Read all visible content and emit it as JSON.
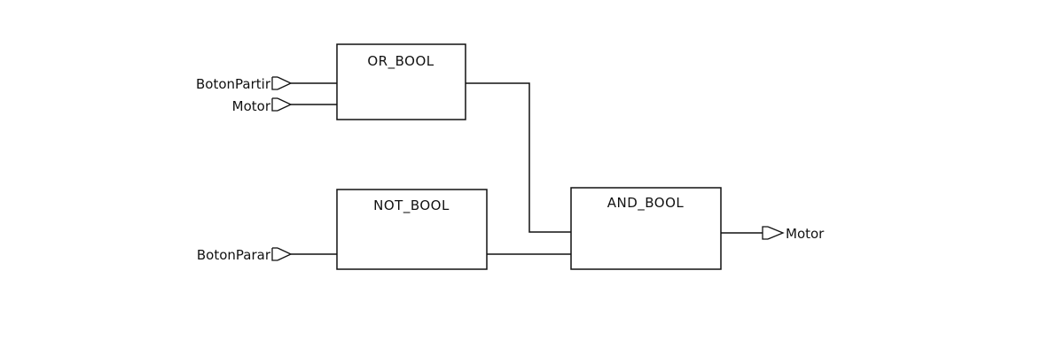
{
  "blocks": {
    "or_bool": {
      "title": "OR_BOOL"
    },
    "not_bool": {
      "title": "NOT_BOOL"
    },
    "and_bool": {
      "title": "AND_BOOL"
    }
  },
  "inputs": {
    "boton_partir": "BotonPartir",
    "motor": "Motor",
    "boton_parar": "BotonParar"
  },
  "outputs": {
    "motor": "Motor"
  }
}
